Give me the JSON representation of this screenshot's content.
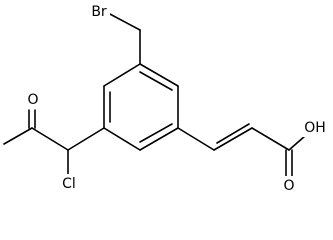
{
  "molecule": {
    "atom_labels": {
      "bromine": "Br",
      "ketone_oxygen": "O",
      "chlorine": "Cl",
      "hydroxyl": "OH",
      "acid_carbonyl_oxygen": "O"
    }
  }
}
